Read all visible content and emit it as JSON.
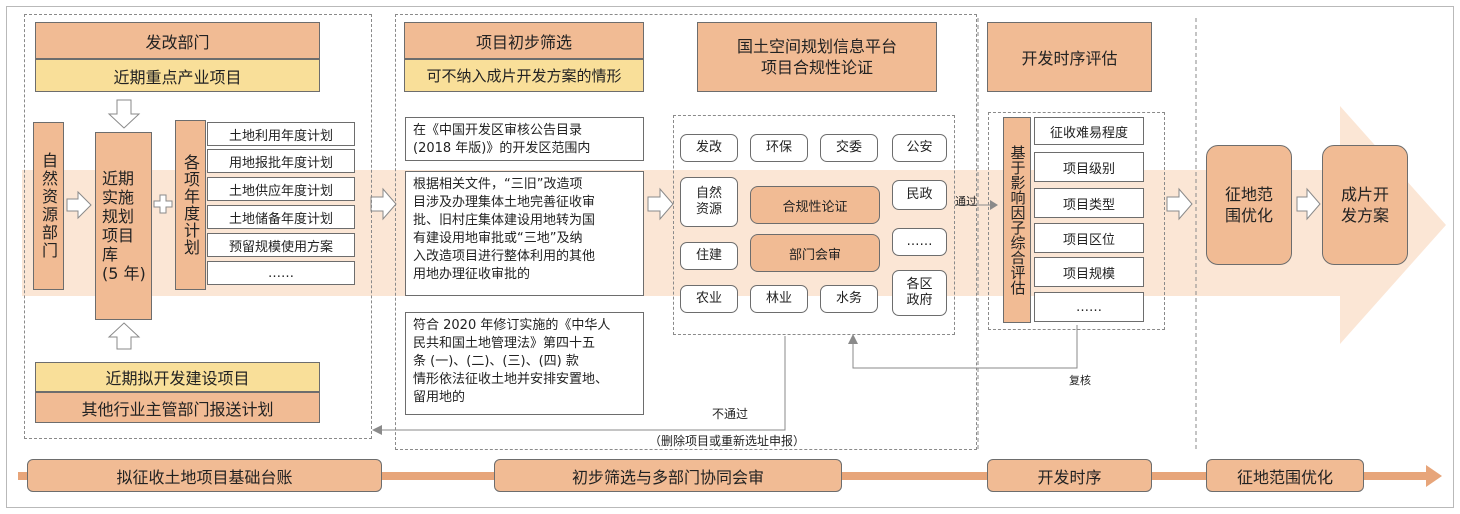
{
  "left": {
    "top_orange": "发改部门",
    "top_yellow": "近期重点产业项目",
    "ministry_vertical": "自然资源部门",
    "library": [
      "近期",
      "实施",
      "规划",
      "项目",
      "库",
      "(5 年)"
    ],
    "plans_header": "各项年度计划",
    "plans": [
      "土地利用年度计划",
      "用地报批年度计划",
      "土地供应年度计划",
      "土地储备年度计划",
      "预留规模使用方案",
      "……"
    ],
    "bottom_yellow": "近期拟开发建设项目",
    "bottom_orange": "其他行业主管部门报送计划"
  },
  "screening": {
    "title": "项目初步筛选",
    "subtitle": "可不纳入成片开发方案的情形",
    "cases": [
      [
        "在《中国开发区审核公告目录",
        "(2018 年版)》的开发区范围内"
      ],
      [
        "根据相关文件，“三旧”改造项",
        "目涉及办理集体土地完善征收审",
        "批、旧村庄集体建设用地转为国",
        "有建设用地审批或“三地”及纳",
        "入改造项目进行整体利用的其他",
        "用地办理征收审批的"
      ],
      [
        "符合 2020 年修订实施的《中华人",
        "民共和国土地管理法》第四十五",
        "条 (一)、(二)、(三)、(四) 款",
        "情形依法征收土地并安排安置地、",
        "留用地的"
      ]
    ],
    "fail_label": "不通过",
    "fail_note": "（删除项目或重新选址申报）"
  },
  "compliance": {
    "title_line1": "国土空间规划信息平台",
    "title_line2": "项目合规性论证",
    "departments": {
      "fagai": "发改",
      "huanbao": "环保",
      "jiaowei": "交委",
      "gongan": "公安",
      "ziran": "自然资源",
      "minzheng": "民政",
      "ellipsis": "……",
      "zhujian": "住建",
      "nongye": "农业",
      "linye": "林业",
      "shuiwu": "水务",
      "district": "各区政府"
    },
    "compliance_center": "合规性论证",
    "joint_review": "部门会审",
    "pass_label": "通过",
    "recheck_label": "复核"
  },
  "timing": {
    "title": "开发时序评估",
    "vertical": "基于影响因子综合评估",
    "factors": [
      "征收难易程度",
      "项目级别",
      "项目类型",
      "项目区位",
      "项目规模",
      "……"
    ]
  },
  "final": {
    "optimize": "征地范围优化",
    "plan": "成片开发方案"
  },
  "timeline": [
    "拟征收土地项目基础台账",
    "初步筛选与多部门协同会审",
    "开发时序",
    "征地范围优化"
  ],
  "colors": {
    "orange_box": "#f1bb94",
    "yellow_box": "#f9df99",
    "band": "#fbe6d5",
    "arrow_fill": "#f5c9a6",
    "timeline_bar": "#e7a57a"
  }
}
